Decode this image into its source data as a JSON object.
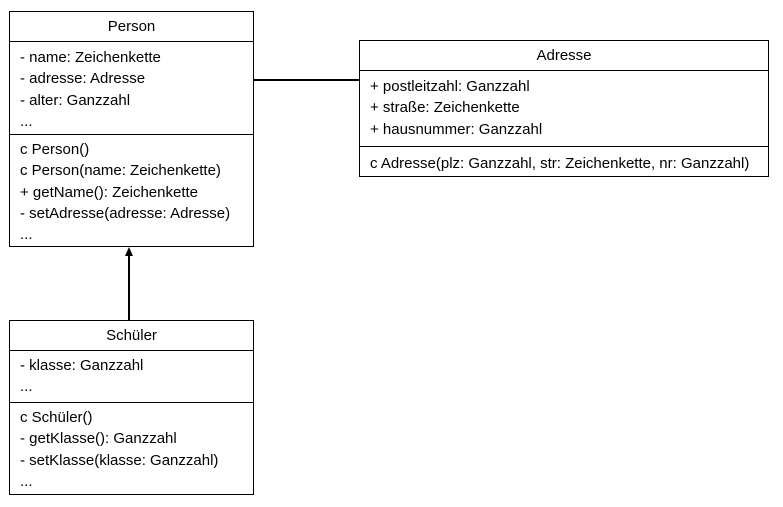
{
  "classes": {
    "person": {
      "name": "Person",
      "attributes": [
        "- name: Zeichenkette",
        "- adresse: Adresse",
        "- alter: Ganzzahl",
        "..."
      ],
      "methods": [
        "c Person()",
        "c Person(name: Zeichenkette)",
        "+ getName(): Zeichenkette",
        "- setAdresse(adresse: Adresse)",
        "..."
      ]
    },
    "adresse": {
      "name": "Adresse",
      "attributes": [
        "+ postleitzahl: Ganzzahl",
        "+ straße: Zeichenkette",
        "+ hausnummer: Ganzzahl"
      ],
      "methods": [
        "c Adresse(plz: Ganzzahl, str: Zeichenkette, nr: Ganzzahl)"
      ]
    },
    "schueler": {
      "name": "Schüler",
      "attributes": [
        "- klasse: Ganzzahl",
        "..."
      ],
      "methods": [
        "c Schüler()",
        "- getKlasse(): Ganzzahl",
        "- setKlasse(klasse: Ganzzahl)",
        "..."
      ]
    }
  },
  "relations": [
    {
      "type": "association",
      "from": "Person",
      "to": "Adresse"
    },
    {
      "type": "inheritance",
      "from": "Schüler",
      "to": "Person"
    }
  ]
}
